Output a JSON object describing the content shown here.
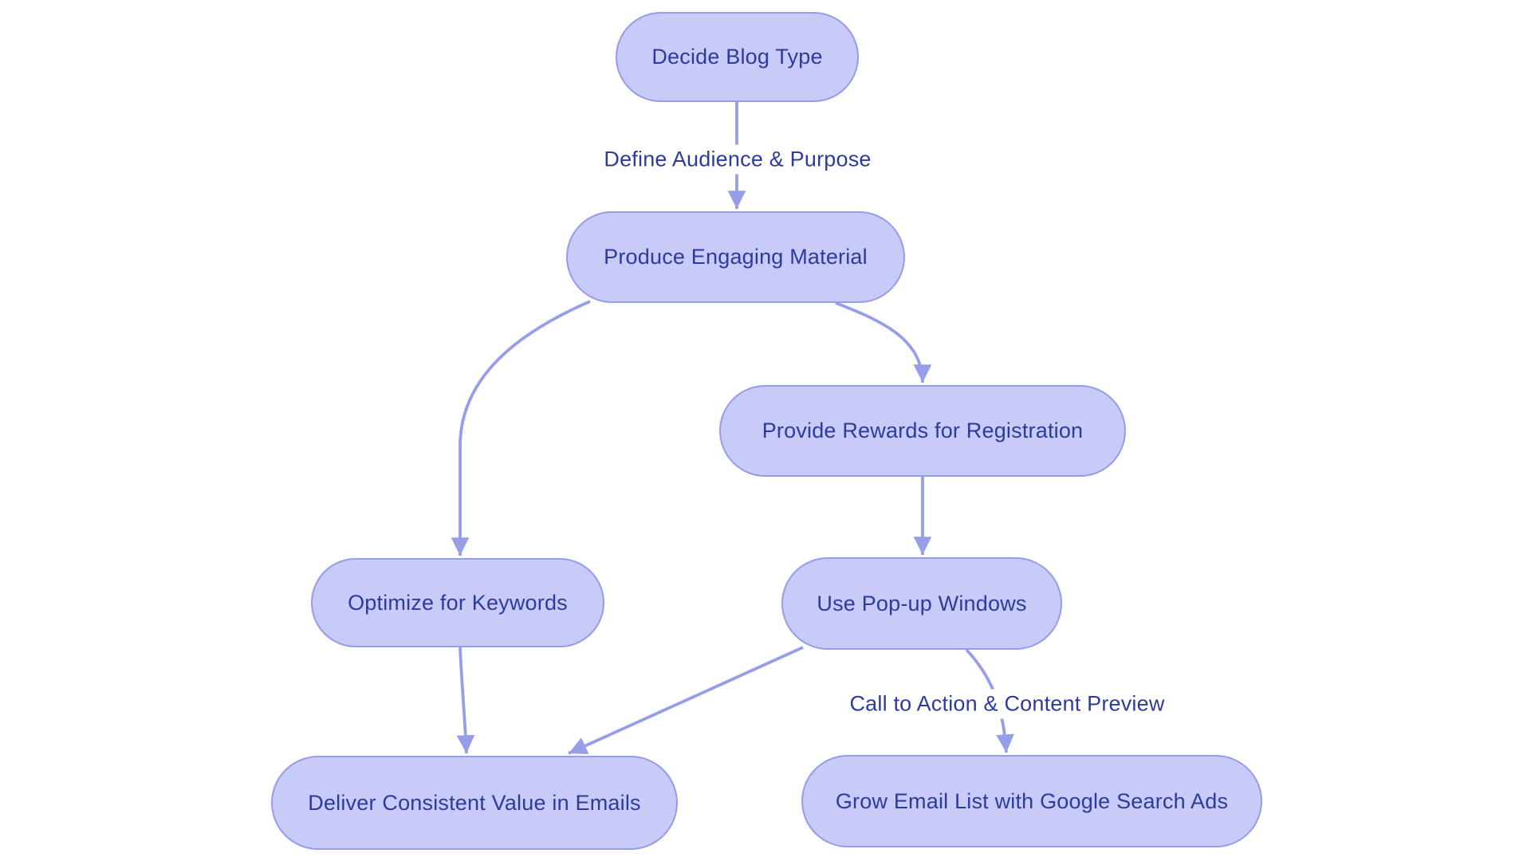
{
  "diagram": {
    "type": "flowchart",
    "colors": {
      "background": "#ffffff",
      "node_fill": "#c8caf8",
      "node_border": "#959ce9",
      "edge_color": "#979ee9",
      "text_color": "#2e3b9e"
    },
    "nodes": [
      {
        "id": "decide-blog-type",
        "label": "Decide Blog Type"
      },
      {
        "id": "produce-engaging-material",
        "label": "Produce Engaging Material"
      },
      {
        "id": "provide-rewards-for-registration",
        "label": "Provide Rewards for Registration"
      },
      {
        "id": "optimize-for-keywords",
        "label": "Optimize for Keywords"
      },
      {
        "id": "use-pop-up-windows",
        "label": "Use Pop-up Windows"
      },
      {
        "id": "deliver-consistent-value-in-emails",
        "label": "Deliver Consistent Value in Emails"
      },
      {
        "id": "grow-email-list-with-google-search-ads",
        "label": "Grow Email List with Google Search Ads"
      }
    ],
    "edges": [
      {
        "from": "decide-blog-type",
        "to": "produce-engaging-material",
        "label": "Define Audience & Purpose"
      },
      {
        "from": "produce-engaging-material",
        "to": "optimize-for-keywords",
        "label": ""
      },
      {
        "from": "produce-engaging-material",
        "to": "provide-rewards-for-registration",
        "label": ""
      },
      {
        "from": "provide-rewards-for-registration",
        "to": "use-pop-up-windows",
        "label": ""
      },
      {
        "from": "optimize-for-keywords",
        "to": "deliver-consistent-value-in-emails",
        "label": ""
      },
      {
        "from": "use-pop-up-windows",
        "to": "deliver-consistent-value-in-emails",
        "label": ""
      },
      {
        "from": "use-pop-up-windows",
        "to": "grow-email-list-with-google-search-ads",
        "label": "Call to Action & Content Preview"
      }
    ]
  }
}
